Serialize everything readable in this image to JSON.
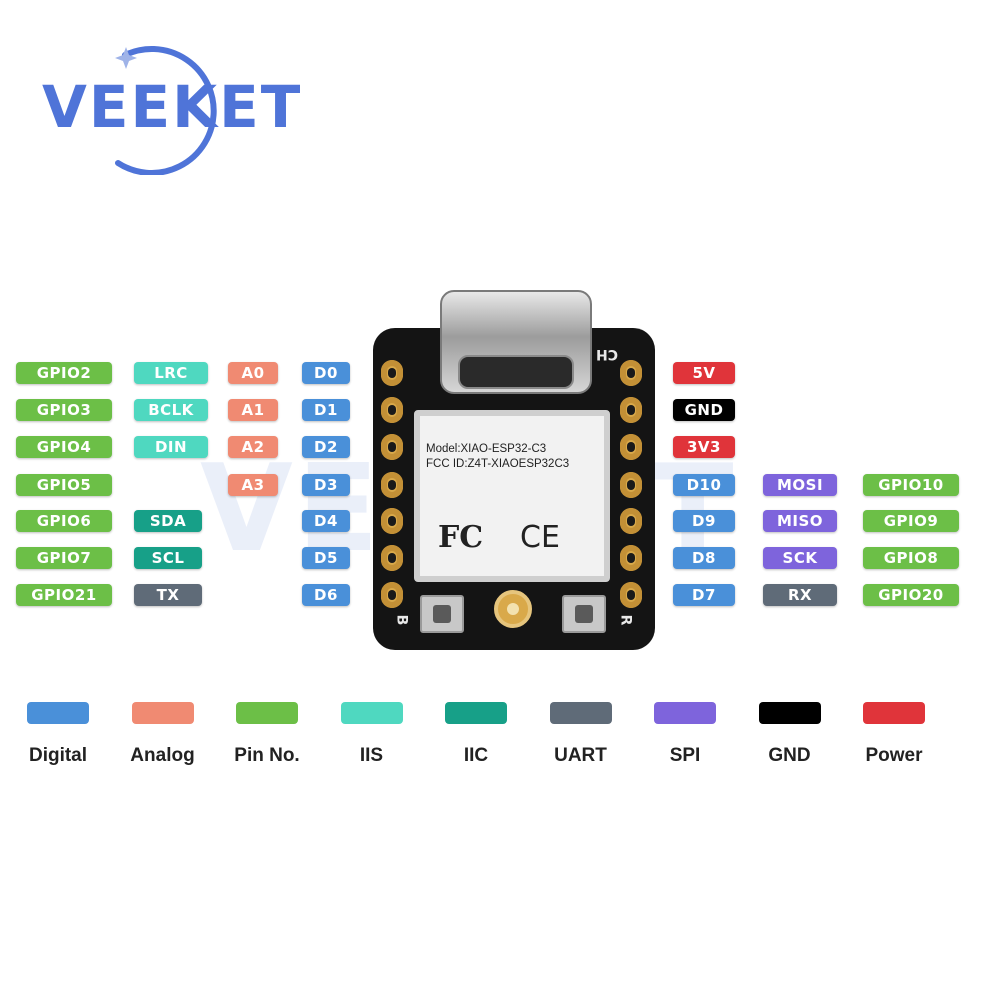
{
  "logo": {
    "text": "VEEKET"
  },
  "board": {
    "model": "Model:XIAO-ESP32-C3",
    "fcc_id": "FCC ID:Z4T-XIAOESP32C3",
    "fcc_mark": "FC",
    "ce_mark": "CE",
    "silk_top_right": "CH",
    "silk_bottom_left": "B",
    "silk_bottom_right": "R"
  },
  "colors": {
    "digital": "#4a90d9",
    "analog": "#f08a72",
    "pin_no": "#6cbf47",
    "iis": "#4fd8c0",
    "iic": "#17a088",
    "uart": "#5f6b78",
    "spi": "#7e64dc",
    "gnd": "#000000",
    "power": "#e0343a"
  },
  "left_pins": {
    "gpio": [
      "GPIO2",
      "GPIO3",
      "GPIO4",
      "GPIO5",
      "GPIO6",
      "GPIO7",
      "GPIO21"
    ],
    "iis": [
      "LRC",
      "BCLK",
      "DIN"
    ],
    "iic": [
      "SDA",
      "SCL"
    ],
    "uart": [
      "TX"
    ],
    "analog": [
      "A0",
      "A1",
      "A2",
      "A3"
    ],
    "digital": [
      "D0",
      "D1",
      "D2",
      "D3",
      "D4",
      "D5",
      "D6"
    ]
  },
  "right_pins": {
    "power": [
      "5V",
      "GND",
      "3V3"
    ],
    "digital": [
      "D10",
      "D9",
      "D8",
      "D7"
    ],
    "spi": [
      "MOSI",
      "MISO",
      "SCK"
    ],
    "uart": [
      "RX"
    ],
    "gpio": [
      "GPIO10",
      "GPIO9",
      "GPIO8",
      "GPIO20"
    ]
  },
  "legend": [
    "Digital",
    "Analog",
    "Pin No.",
    "IIS",
    "IIC",
    "UART",
    "SPI",
    "GND",
    "Power"
  ]
}
